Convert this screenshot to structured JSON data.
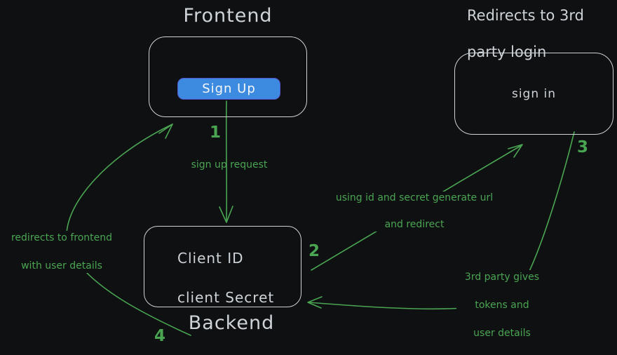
{
  "canvas": {
    "colors": {
      "bg": "#0f1011",
      "ink": "#ced3d8",
      "green": "#4aa553",
      "btn_fill": "#3d8be0",
      "btn_border": "#5456cf"
    }
  },
  "nodes": {
    "frontend": {
      "title": "Frontend",
      "button_label": "Sign Up"
    },
    "backend": {
      "title": "Backend",
      "cred_line1": "Client ID",
      "cred_line2": "client Secret"
    },
    "third_party": {
      "caption_line1": "Redirects to 3rd",
      "caption_line2": "party login",
      "box_label": "sign in"
    }
  },
  "steps": {
    "one": "1",
    "two": "2",
    "three": "3",
    "four": "4"
  },
  "arrow_labels": {
    "signup_request": "sign up request",
    "generate_url_line1": "using id and secret generate url",
    "generate_url_line2": "and redirect",
    "redirect_frontend_line1": "redirects to frontend",
    "redirect_frontend_line2": "with user details",
    "tokens_line1": "3rd party gives",
    "tokens_line2": "tokens and",
    "tokens_line3": "user details"
  }
}
